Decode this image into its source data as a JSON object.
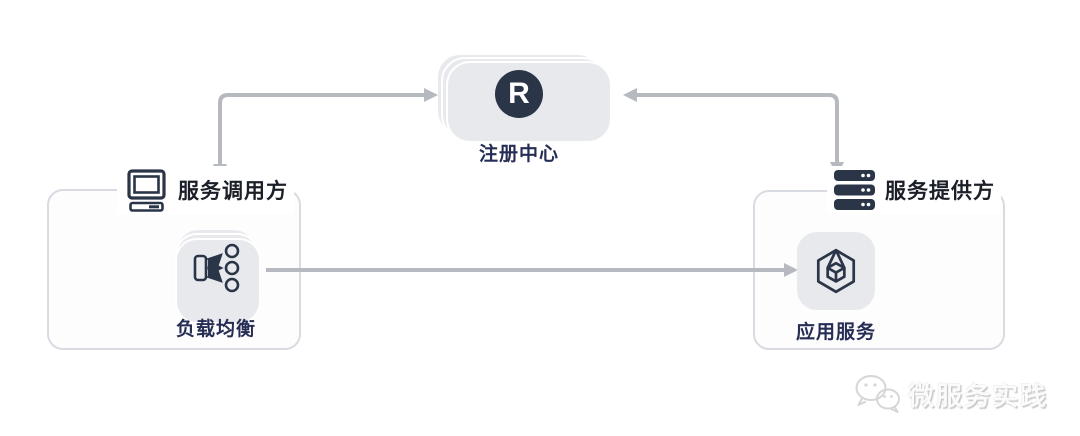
{
  "diagram": {
    "registry": {
      "icon_letter": "R",
      "label": "注册中心"
    },
    "caller": {
      "title": "服务调用方",
      "node_label": "负载均衡"
    },
    "provider": {
      "title": "服务提供方",
      "node_label": "应用服务"
    },
    "watermark": {
      "text": "微服务实践"
    },
    "icons": {
      "registry": "r-badge-icon",
      "caller_header": "desktop-computer-icon",
      "provider_header": "server-stack-icon",
      "caller_node": "load-balancer-icon",
      "provider_node": "cube-icon",
      "watermark": "wechat-icon"
    },
    "colors": {
      "icon_navy": "#2b3548",
      "label_navy": "#272e55",
      "title_dark": "#1b1f27",
      "card_gray": "#e8e9ed",
      "arrow_gray": "#b6b9bf",
      "box_border": "#d8dbe1",
      "box_fill": "#fdfdfe",
      "watermark_gray": "#d6d6d6"
    }
  }
}
